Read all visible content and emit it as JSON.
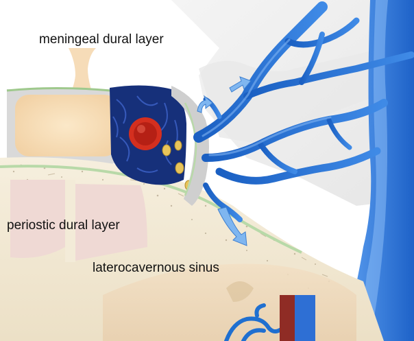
{
  "labels": {
    "meningeal": "meningeal dural layer",
    "periostic": "periostic dural layer",
    "laterocavernous": "laterocavernous sinus"
  },
  "colors": {
    "vein_blue": "#1f6fd0",
    "vein_dark": "#123f88",
    "artery_red": "#d42f1f",
    "bone": "#f3ebd8",
    "dura_grey": "#dcdcdc",
    "cavernous_dark": "#16307a",
    "membrane_green": "#b8d9a8",
    "soft_peach": "#f6dcb8"
  }
}
